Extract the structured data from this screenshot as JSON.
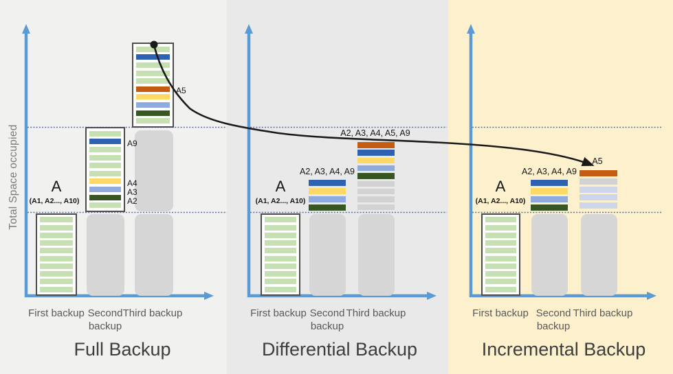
{
  "y_axis_label": "Total Space occupied",
  "colors": {
    "axis": "#5b9bd5",
    "dotted_line": "#4472c4",
    "arrow": "#1a1a1a",
    "gray_block": "#d6d6d6",
    "panel_full_bg": "#f1f1f0",
    "panel_differential_bg": "#e9e9e9",
    "panel_incremental_bg": "#fdf0cd",
    "stripe_palette": {
      "green": "#c6e0b4",
      "darkblue": "#2e62b0",
      "yellow": "#ffd966",
      "lightblue": "#8faadc",
      "darkgreen": "#375623",
      "orange": "#c55a11",
      "gray": "#d2d2d2",
      "paleblue": "#cdd6e8"
    }
  },
  "panels": {
    "full": {
      "title": "Full Backup",
      "x_labels": [
        "First backup",
        "Second backup",
        "Third backup"
      ],
      "first_bar": {
        "title": "A",
        "subtitle": "(A1, A2..., A10)",
        "stripes": [
          "green",
          "green",
          "green",
          "green",
          "green",
          "green",
          "green",
          "green",
          "green",
          "green"
        ]
      },
      "second_bar": {
        "stripes": [
          "green",
          "darkblue",
          "green",
          "green",
          "green",
          "green",
          "yellow",
          "lightblue",
          "darkgreen",
          "green"
        ],
        "side_labels": [
          "A9",
          "A4",
          "A3",
          "A2"
        ]
      },
      "third_bar": {
        "stripes": [
          "green",
          "darkblue",
          "green",
          "green",
          "green",
          "orange",
          "yellow",
          "lightblue",
          "darkgreen",
          "green"
        ],
        "annotation": "A5"
      }
    },
    "differential": {
      "title": "Differential Backup",
      "x_labels": [
        "First backup",
        "Second backup",
        "Third backup"
      ],
      "first_bar": {
        "title": "A",
        "subtitle": "(A1, A2..., A10)",
        "stripes": [
          "green",
          "green",
          "green",
          "green",
          "green",
          "green",
          "green",
          "green",
          "green",
          "green"
        ]
      },
      "second_bar": {
        "label": "A2, A3, A4, A9",
        "stripes": [
          "darkblue",
          "yellow",
          "lightblue",
          "darkgreen"
        ]
      },
      "third_bar": {
        "label": "A2, A3, A4, A5, A9",
        "stripes": [
          "orange",
          "darkblue",
          "yellow",
          "lightblue",
          "darkgreen",
          "gray",
          "gray",
          "gray",
          "gray"
        ]
      }
    },
    "incremental": {
      "title": "Incremental Backup",
      "x_labels": [
        "First backup",
        "Second backup",
        "Third backup"
      ],
      "first_bar": {
        "title": "A",
        "subtitle": "(A1, A2..., A10)",
        "stripes": [
          "green",
          "green",
          "green",
          "green",
          "green",
          "green",
          "green",
          "green",
          "green",
          "green"
        ]
      },
      "second_bar": {
        "label": "A2, A3, A4, A9",
        "stripes": [
          "darkblue",
          "yellow",
          "lightblue",
          "darkgreen"
        ]
      },
      "third_bar": {
        "label": "A5",
        "stripes": [
          "orange",
          "gray",
          "paleblue",
          "paleblue",
          "paleblue"
        ]
      }
    }
  }
}
